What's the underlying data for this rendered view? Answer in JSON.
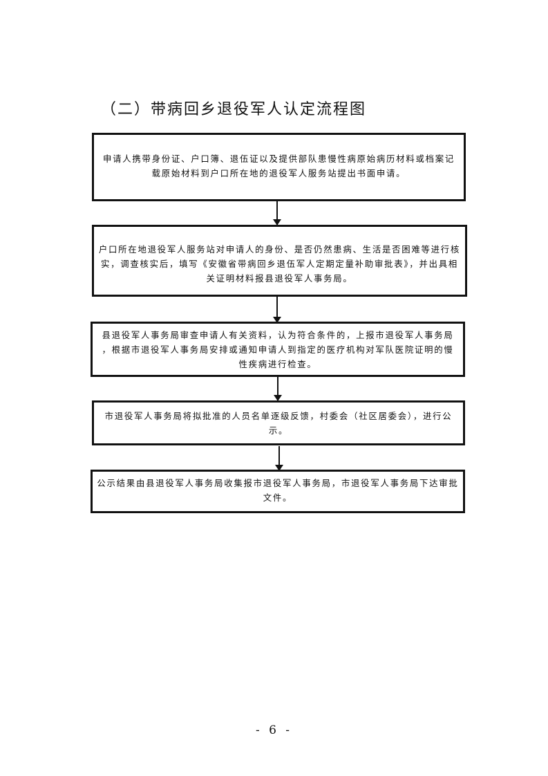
{
  "title": "（二）带病回乡退役军人认定流程图",
  "steps": [
    {
      "lines": [
        "申请人携带身份证、户口簿、退伍证以及提供部队患慢性病原始病历材料或档案记",
        "载原始材料到户口所在地的退役军人服务站提出书面申请。"
      ]
    },
    {
      "lines": [
        "户口所在地退役军人服务站对申请人的身份、是否仍然患病、生活是否困难等进行核",
        "实，调查核实后，填写《安徽省带病回乡退伍军人定期定量补助审批表》，并出具相",
        "关证明材料报县退役军人事务局。"
      ]
    },
    {
      "lines": [
        "县退役军人事务局审查申请人有关资料，认为符合条件的，上报市退役军人事务局",
        "，根据市退役军人事务局安排或通知申请人到指定的医疗机构对军队医院证明的慢",
        "性疾病进行检查。"
      ]
    },
    {
      "lines": [
        "市退役军人事务局将拟批准的人员名单逐级反馈，村委会（社区居委会），进行公",
        "示。"
      ]
    },
    {
      "lines": [
        "公示结果由县退役军人事务局收集报市退役军人事务局，市退役军人事务局下达审批",
        "文件。"
      ]
    }
  ],
  "page_number": "- 6 -"
}
